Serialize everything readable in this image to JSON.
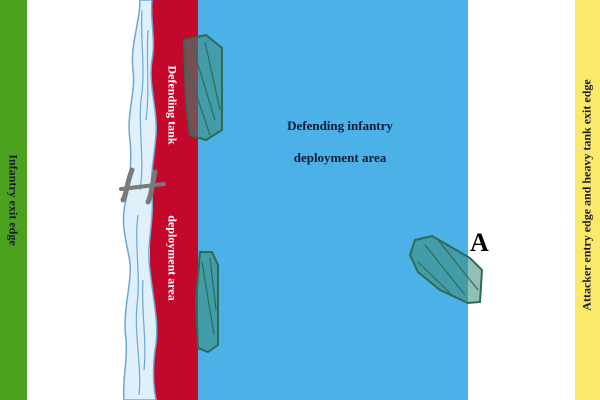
{
  "zones": {
    "infantry_exit": {
      "label": "Infantry exit edge",
      "color": "#4aa21e"
    },
    "attacker_entry": {
      "label": "Attacker entry edge and heavy tank exit edge",
      "color": "#fbe969"
    },
    "defending_tank": {
      "label_line1": "Defending tank",
      "label_line2": "deployment area",
      "color": "#c3082b"
    },
    "defending_infantry": {
      "label_line1": "Defending infantry",
      "label_line2": "deployment area",
      "color": "#4cb1e6"
    }
  },
  "river": {
    "color": "#dff0fa",
    "ripple_color": "#6aa8d6"
  },
  "bridge": {
    "color": "#7a7a7a"
  },
  "terrain_color": "#2e6b57",
  "marker": {
    "label": "A"
  }
}
